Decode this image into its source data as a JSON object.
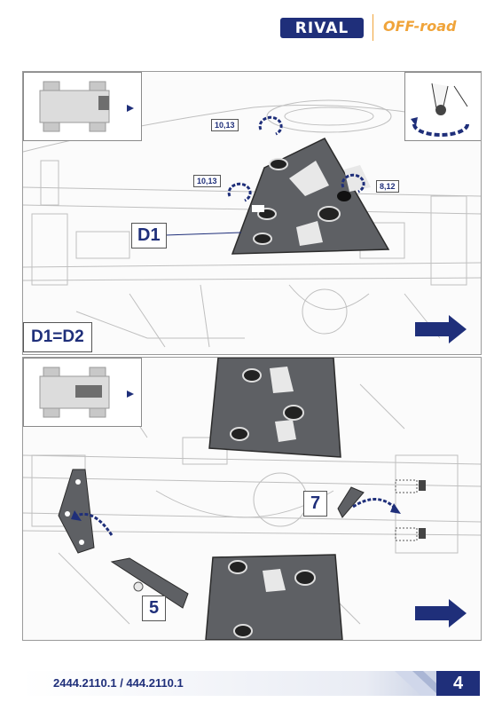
{
  "header": {
    "brand": "RIVAL",
    "brand_sub": "OFF-road"
  },
  "panel1": {
    "label_d1": "D1",
    "label_equal": "D1=D2",
    "torque_a": "10,13",
    "torque_b": "10,13",
    "torque_c": "8,12"
  },
  "panel2": {
    "part_7": "7",
    "part_5": "5"
  },
  "footer": {
    "part_number": "2444.2110.1 / 444.2110.1",
    "page": "4"
  },
  "colors": {
    "brand_blue": "#1f2f7a",
    "brand_orange": "#f0a43a",
    "plate_gray": "#5e6064"
  }
}
